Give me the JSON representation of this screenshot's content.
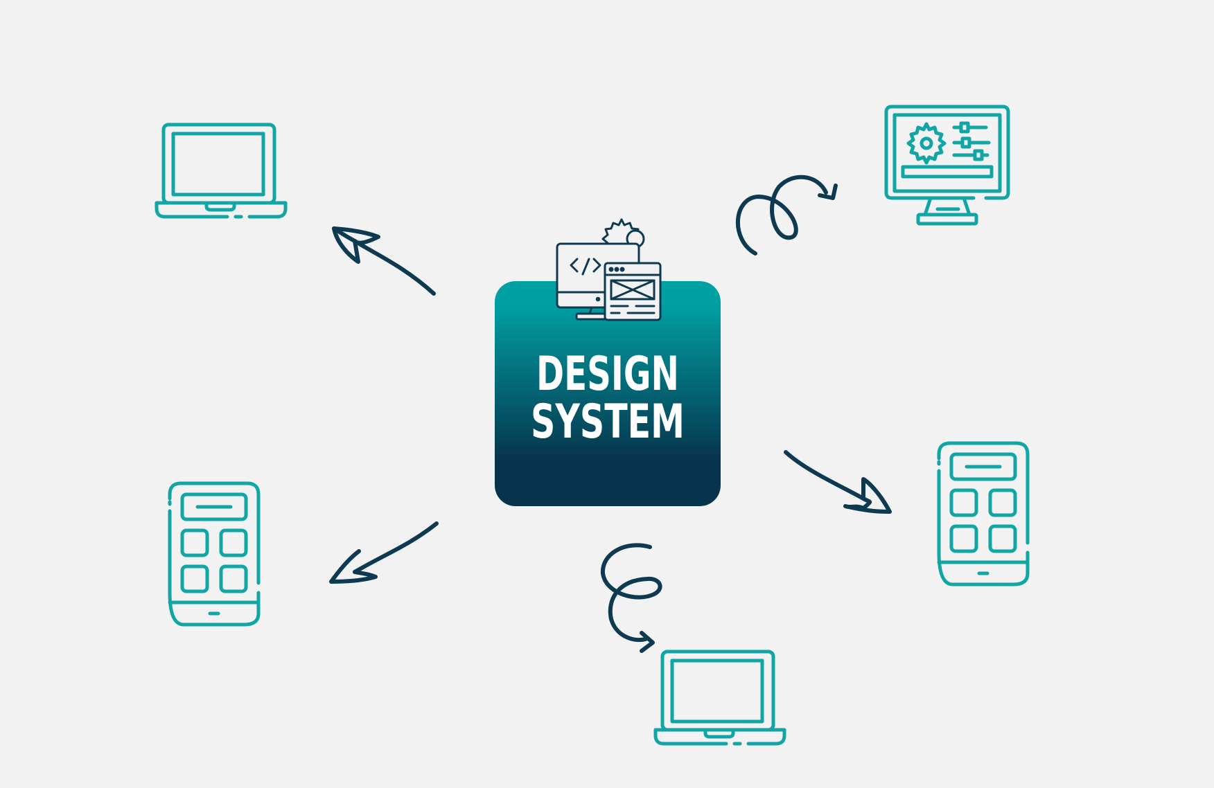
{
  "center": {
    "title_lines": [
      "DESIGN",
      "SYSTEM"
    ],
    "icon": "code-and-wireframe-devices-with-gear-icon"
  },
  "devices": [
    {
      "id": "laptop-top-left",
      "icon": "laptop-icon"
    },
    {
      "id": "monitor-top-right",
      "icon": "monitor-settings-icon"
    },
    {
      "id": "phone-left",
      "icon": "smartphone-app-grid-icon"
    },
    {
      "id": "phone-right",
      "icon": "smartphone-app-grid-icon"
    },
    {
      "id": "laptop-bottom",
      "icon": "laptop-icon"
    }
  ],
  "connectors": [
    "arrow-to-top-left",
    "loop-arrow-to-top-right",
    "arrow-to-left",
    "arrow-to-right",
    "loop-arrow-to-bottom"
  ],
  "colors": {
    "background": "#f2f2f2",
    "device_teal": "#12a5a5",
    "arrow_navy": "#0d3a50",
    "box_gradient_top": "#00a0a3",
    "box_gradient_bottom": "#07344c",
    "text": "#ffffff"
  }
}
